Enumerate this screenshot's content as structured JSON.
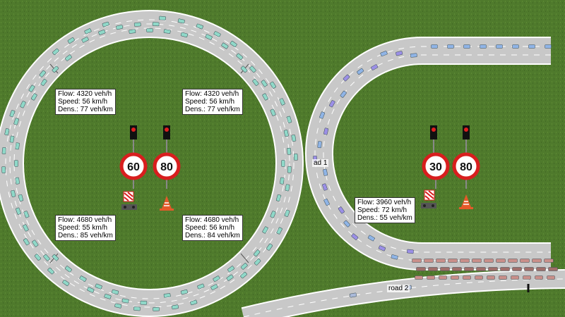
{
  "colors": {
    "grass": "#4f7a2c",
    "road": "#c8c8c8",
    "lane_marking": "#ffffff",
    "sign_ring": "#d81e1e",
    "car_ring": "#8fd8c8",
    "car_track_blue": "#8fb4e6",
    "car_track_purple": "#9b8fe6",
    "car_jam": "#c98f8a",
    "jam_truck": "#a06e6a",
    "car_main": "#a9b9d9"
  },
  "ring_road": {
    "detectors": [
      {
        "flow": "Flow: 4320 veh/h",
        "speed": "Speed: 56 km/h",
        "density": "Dens.: 77 veh/km"
      },
      {
        "flow": "Flow: 4320 veh/h",
        "speed": "Speed: 56 km/h",
        "density": "Dens.: 77 veh/km"
      },
      {
        "flow": "Flow: 4680 veh/h",
        "speed": "Speed: 55 km/h",
        "density": "Dens.: 85 veh/km"
      },
      {
        "flow": "Flow: 4680 veh/h",
        "speed": "Speed: 56 km/h",
        "density": "Dens.: 84 veh/km"
      }
    ],
    "speed_limits": [
      "60",
      "80"
    ]
  },
  "merge_track": {
    "detector": {
      "flow": "Flow: 3960 veh/h",
      "speed": "Speed: 72 km/h",
      "density": "Dens.: 55 veh/km"
    },
    "speed_limits": [
      "30",
      "80"
    ],
    "road_labels": [
      "ad 1",
      "road 2"
    ]
  }
}
